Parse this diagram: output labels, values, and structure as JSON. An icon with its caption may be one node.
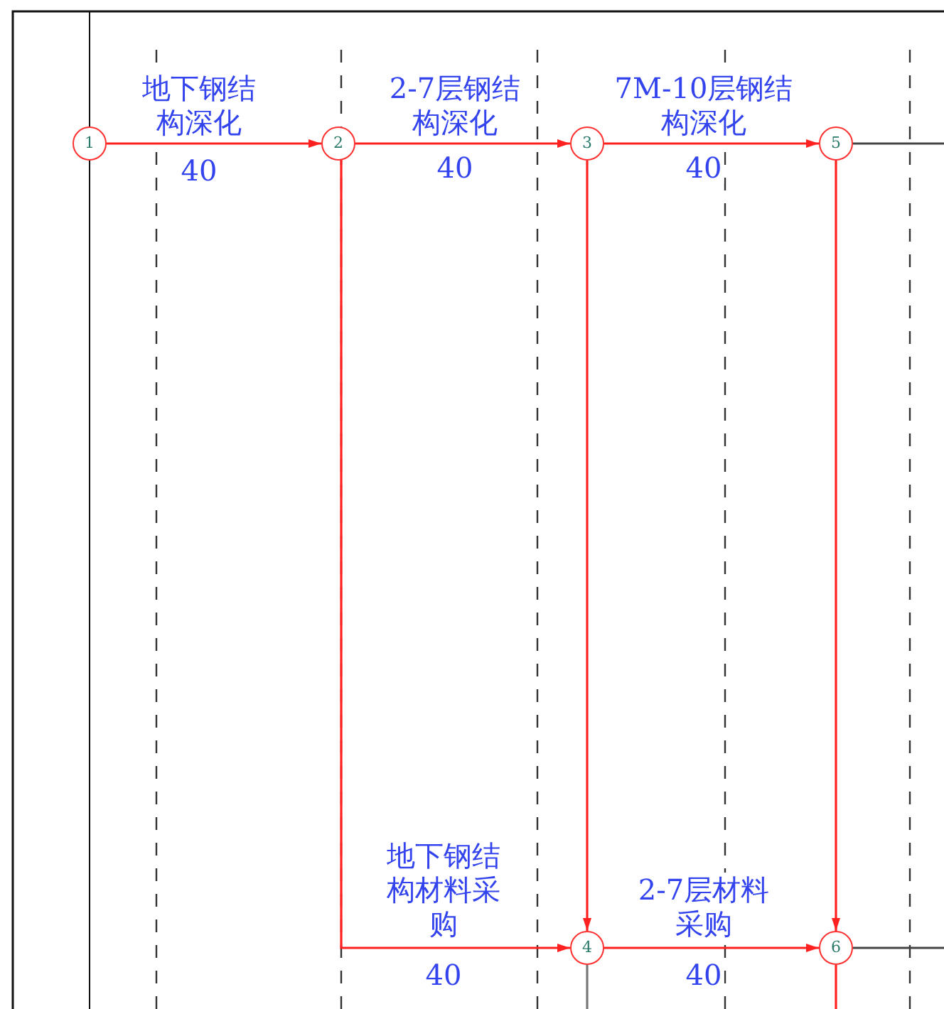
{
  "diagram": {
    "nodes": [
      {
        "text": [
          "1"
        ]
      },
      {
        "text": [
          "2"
        ]
      },
      {
        "text": [
          "3"
        ]
      },
      {
        "text": [
          "5"
        ]
      },
      {
        "text": [
          "4"
        ]
      },
      {
        "text": [
          "6"
        ]
      }
    ],
    "edges": [
      {
        "from": 0,
        "to": 1,
        "arrow": "to",
        "label": "地下钢结构深化"
      },
      {
        "from": 1,
        "to": 2,
        "arrow": "to",
        "label": "2-7层钢结构深化"
      },
      {
        "from": 2,
        "to": 3,
        "arrow": "to",
        "label": "7M-10层钢结构深化"
      },
      {
        "from": 1,
        "to": 4,
        "arrow": "to",
        "label": "地下钢结构材料采购"
      },
      {
        "from": 2,
        "to": 4,
        "arrow": "to"
      },
      {
        "from": 4,
        "to": 5,
        "arrow": "to",
        "label": "2-7层材料采购"
      },
      {
        "from": 3,
        "to": 5,
        "arrow": "to"
      },
      {
        "from": 3,
        "to": null,
        "arrow": "none",
        "color": "#444444"
      },
      {
        "from": 5,
        "to": null,
        "arrow": "none",
        "color": "#444444"
      },
      {
        "from": 5,
        "to": null,
        "arrow": "none"
      },
      {
        "from": 4,
        "to": null,
        "arrow": "none",
        "color": "#777777"
      }
    ],
    "labels": [
      "40",
      "40",
      "40",
      "40",
      "40"
    ]
  }
}
